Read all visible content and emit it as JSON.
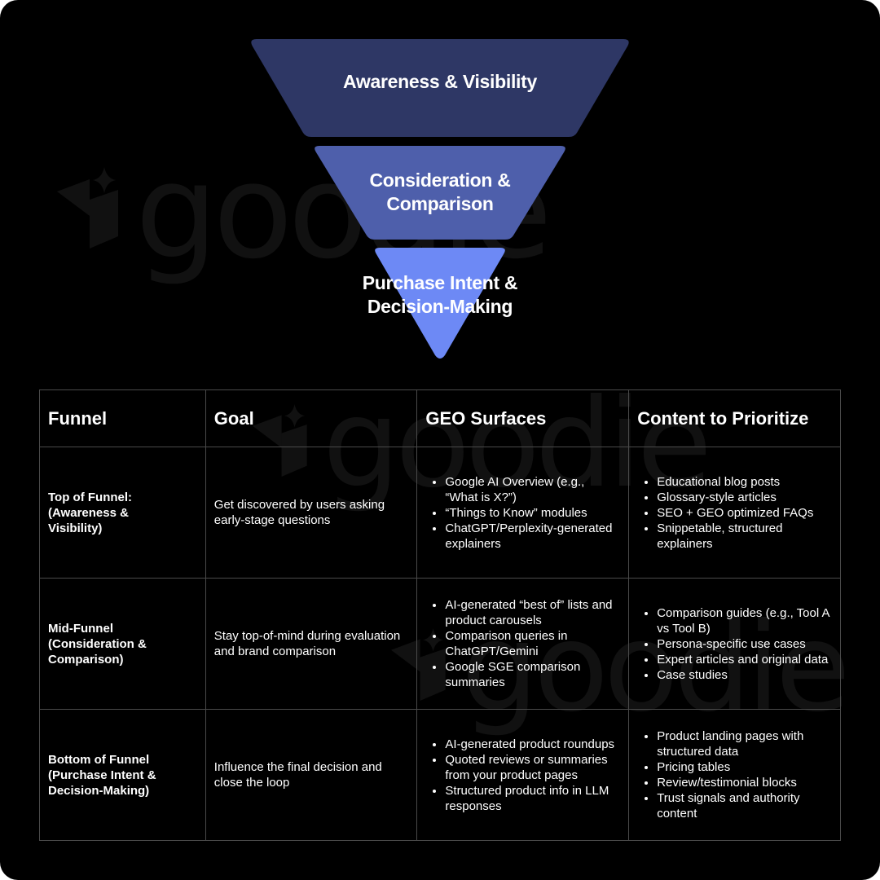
{
  "watermark": {
    "text": "goodie",
    "icon": "goodie-logo-icon"
  },
  "colors": {
    "background": "#000000",
    "stage_awareness": "#2e3765",
    "stage_consideration": "#4e5fab",
    "stage_purchase": "#6d89f5",
    "text": "#ffffff",
    "grid_line": "#4a4a4a"
  },
  "funnel": {
    "stages": [
      {
        "label": "Awareness & Visibility"
      },
      {
        "label_line1": "Consideration &",
        "label_line2": "Comparison"
      },
      {
        "label_line1": "Purchase Intent &",
        "label_line2": "Decision-Making"
      }
    ]
  },
  "table": {
    "headers": [
      "Funnel",
      "Goal",
      "GEO Surfaces",
      "Content to Prioritize"
    ],
    "rows": [
      {
        "stage_lines": [
          "Top of Funnel:",
          "(Awareness &",
          "Visibility)"
        ],
        "goal": "Get discovered by users asking early-stage questions",
        "surfaces": [
          "Google AI Overview (e.g., “What is X?”)",
          "“Things to Know” modules",
          "ChatGPT/Perplexity-generated explainers"
        ],
        "content": [
          "Educational blog posts",
          "Glossary-style articles",
          "SEO + GEO optimized FAQs",
          "Snippetable, structured explainers"
        ]
      },
      {
        "stage_lines": [
          "Mid-Funnel",
          "(Consideration &",
          "Comparison)"
        ],
        "goal": "Stay top-of-mind during evaluation and brand comparison",
        "surfaces": [
          "AI-generated “best of” lists and product carousels",
          "Comparison queries in ChatGPT/Gemini",
          "Google SGE comparison summaries"
        ],
        "content": [
          "Comparison guides (e.g., Tool A vs Tool B)",
          "Persona-specific use cases",
          "Expert articles and original data",
          "Case studies"
        ]
      },
      {
        "stage_lines": [
          "Bottom of Funnel",
          "(Purchase Intent &",
          "Decision-Making)"
        ],
        "goal": " Influence the final decision and close the loop",
        "surfaces": [
          "AI-generated product roundups",
          "Quoted reviews or summaries from your product pages",
          "Structured product info in LLM responses"
        ],
        "content": [
          "Product landing pages with structured data",
          "Pricing tables",
          "Review/testimonial blocks",
          "Trust signals and authority content"
        ]
      }
    ]
  }
}
